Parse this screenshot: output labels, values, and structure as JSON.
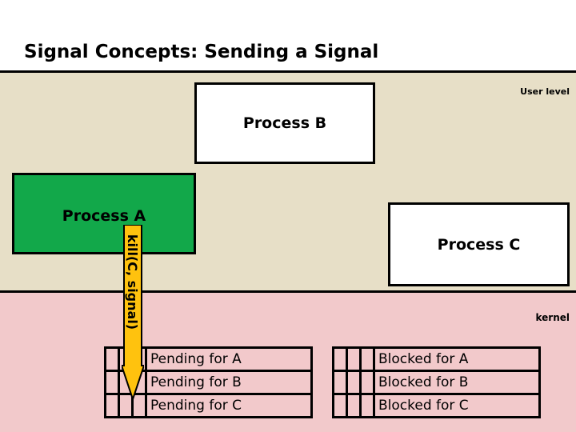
{
  "slide": {
    "title": "Signal Concepts: Sending a Signal",
    "colors": {
      "user_band": "#E7DFC7",
      "kernel_band": "#F2C9CB",
      "process_a_fill": "#12A84A",
      "process_b_fill": "#FFFFFF",
      "process_c_fill": "#FFFFFF",
      "arrow_fill": "#FFC20E",
      "outline": "#000000"
    }
  },
  "regions": {
    "user_level_label": "User level",
    "kernel_label": "kernel"
  },
  "processes": [
    {
      "id": "process-b",
      "label": "Process B"
    },
    {
      "id": "process-a",
      "label": "Process A"
    },
    {
      "id": "process-c",
      "label": "Process C"
    }
  ],
  "arrow": {
    "label": "kill(C, signal)",
    "direction": "down",
    "from": "Process A",
    "to": "Pending for C"
  },
  "tables": {
    "pending": {
      "name": "Pending",
      "bit_columns": 3,
      "rows": [
        {
          "bits": [
            "",
            "",
            ""
          ],
          "label": "Pending for A"
        },
        {
          "bits": [
            "",
            "",
            ""
          ],
          "label": "Pending for B"
        },
        {
          "bits": [
            "",
            "",
            ""
          ],
          "label": "Pending for C"
        }
      ]
    },
    "blocked": {
      "name": "Blocked",
      "bit_columns": 3,
      "rows": [
        {
          "bits": [
            "",
            "",
            ""
          ],
          "label": "Blocked for A"
        },
        {
          "bits": [
            "",
            "",
            ""
          ],
          "label": "Blocked for B"
        },
        {
          "bits": [
            "",
            "",
            ""
          ],
          "label": "Blocked for C"
        }
      ]
    }
  }
}
